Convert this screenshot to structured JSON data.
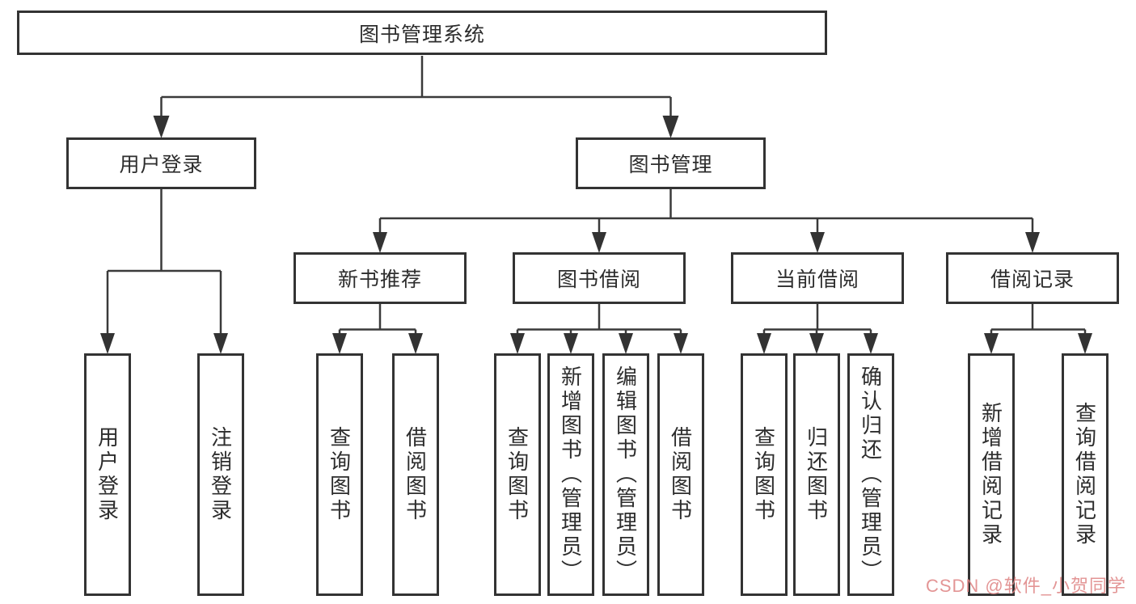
{
  "tree": {
    "label": "图书管理系统",
    "children": [
      {
        "label": "用户登录",
        "children": [
          {
            "label": "用户登录"
          },
          {
            "label": "注销登录"
          }
        ]
      },
      {
        "label": "图书管理",
        "children": [
          {
            "label": "新书推荐",
            "children": [
              {
                "label": "查询图书"
              },
              {
                "label": "借阅图书"
              }
            ]
          },
          {
            "label": "图书借阅",
            "children": [
              {
                "label": "查询图书"
              },
              {
                "label": "新增图书（管理员）"
              },
              {
                "label": "编辑图书（管理员）"
              },
              {
                "label": "借阅图书"
              }
            ]
          },
          {
            "label": "当前借阅",
            "children": [
              {
                "label": "查询图书"
              },
              {
                "label": "归还图书"
              },
              {
                "label": "确认归还（管理员）"
              }
            ]
          },
          {
            "label": "借阅记录",
            "children": [
              {
                "label": "新增借阅记录"
              },
              {
                "label": "查询借阅记录"
              }
            ]
          }
        ]
      }
    ]
  },
  "watermark": {
    "text": "CSDN @软件_小贺同学",
    "color": "#de8282"
  },
  "colors": {
    "background": "#ffffff",
    "box_border": "#333333",
    "line": "#3a3a3a",
    "text": "#2d2d2d"
  }
}
